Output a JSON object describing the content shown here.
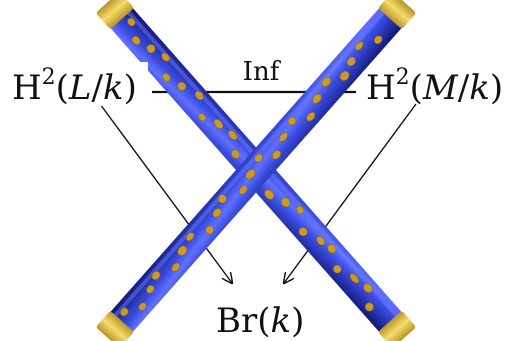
{
  "diagram": {
    "top_edge_label": "Inf",
    "nodes": {
      "left": {
        "base": "H",
        "sup": "2",
        "open": "(",
        "field": "L",
        "slash": "/",
        "base_field": "k",
        "close": ")"
      },
      "right": {
        "base": "H",
        "sup": "2",
        "open": "(",
        "field": "M",
        "slash": "/",
        "base_field": "k",
        "close": ")"
      },
      "bottom": {
        "base": "Br",
        "open": "(",
        "field": "k",
        "close": ")"
      }
    },
    "colors": {
      "rod": "#2233bb",
      "rod_dark": "#0d1570",
      "rod_highlight": "#5a6cff",
      "cap": "#e8c840",
      "dots": "#c89a2a",
      "ink": "#111111"
    },
    "decorative_element": "crossed-rods-x"
  }
}
